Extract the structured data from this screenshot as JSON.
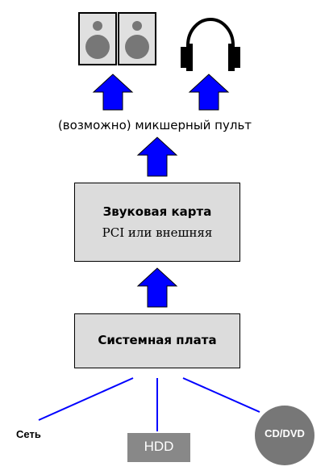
{
  "diagram": {
    "mixer_label": "(возможно) микшерный пульт",
    "sound_card": {
      "title": "Звуковая карта",
      "subtitle": "PCI или внешняя"
    },
    "motherboard": {
      "title": "Системная плата"
    },
    "sources": {
      "network": "Сеть",
      "hdd": "HDD",
      "cd_dvd": "CD/DVD"
    },
    "icons": [
      "speakers-icon",
      "headphones-icon",
      "arrow-up-icon"
    ],
    "colors": {
      "arrow": "#0000ff",
      "box_fill": "#dcdcdc",
      "connector_line": "#0000ff",
      "device_fill": "#888888"
    }
  }
}
